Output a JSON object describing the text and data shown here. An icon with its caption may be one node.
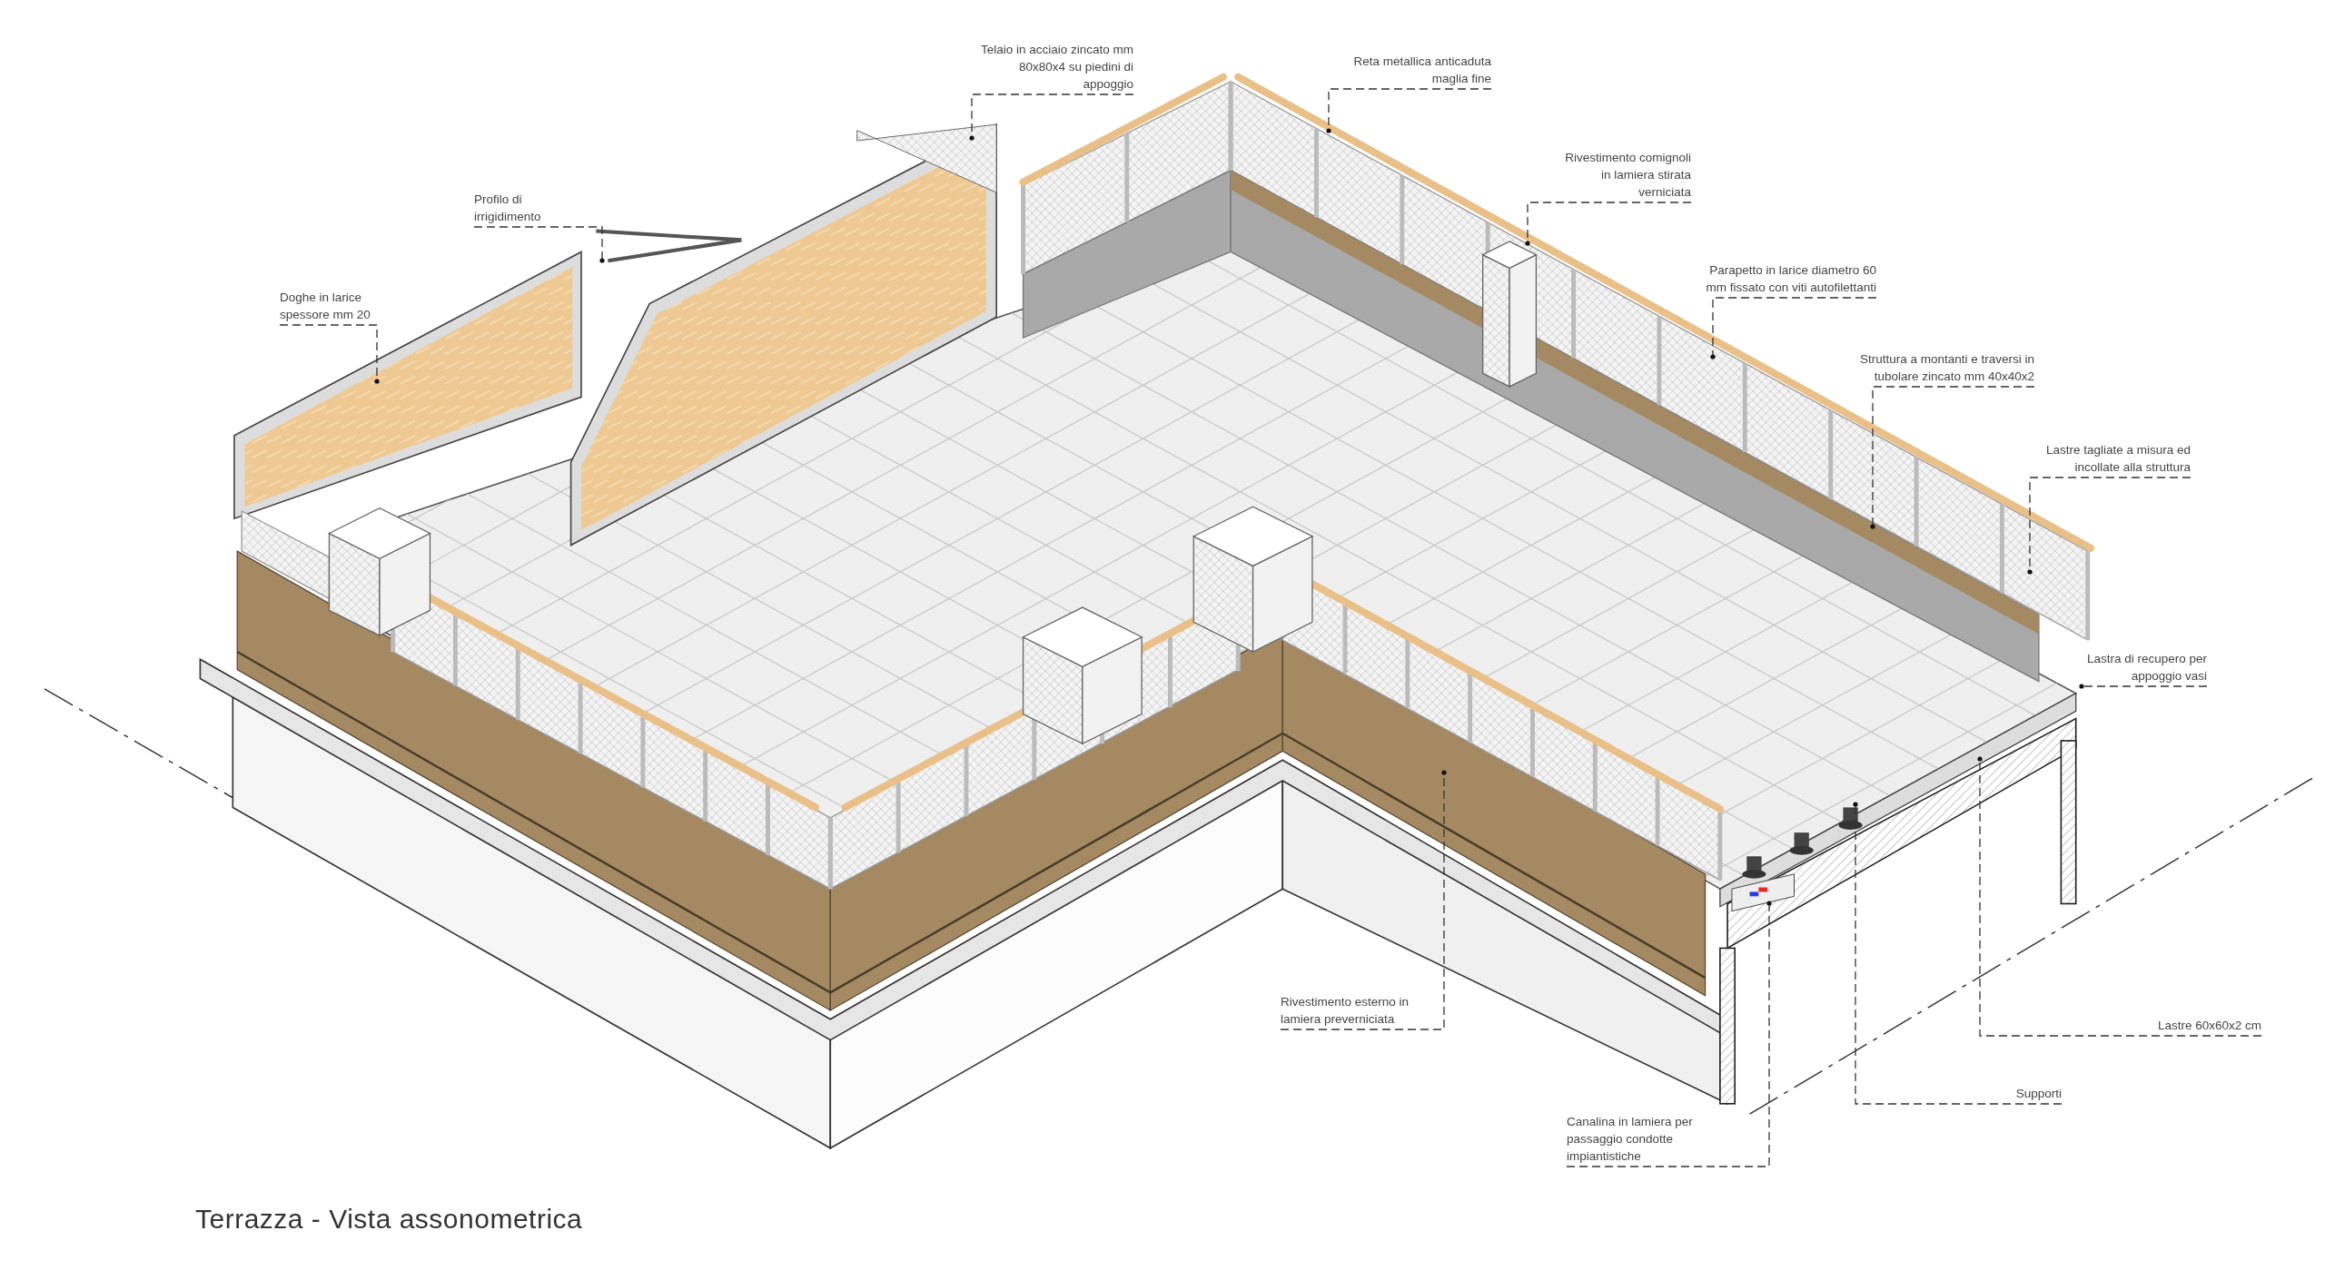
{
  "diagram": {
    "title": "Terrazza - Vista assonometrica",
    "nodes": [
      {
        "text": [
          "Telaio in acciaio zincato mm 80x80x4 su piedini di appoggio"
        ]
      },
      {
        "text": [
          "Reta metallica anticaduta maglia fine"
        ]
      },
      {
        "text": [
          "Rivestimento comignoli in lamiera stirata verniciata"
        ]
      },
      {
        "text": [
          "Profilo di irrigidimento"
        ]
      },
      {
        "text": [
          "Parapetto in larice diametro 60 mm fissato con viti autofilettanti"
        ]
      },
      {
        "text": [
          "Doghe in larice spessore mm 20"
        ]
      },
      {
        "text": [
          "Struttura a montanti e traversi in tubolare zincato mm 40x40x2"
        ]
      },
      {
        "text": [
          "Lastre tagliate a misura ed incollate alla struttura"
        ]
      },
      {
        "text": [
          "Lastra di recupero per appoggio vasi"
        ]
      },
      {
        "text": [
          "Lastre 60x60x2 cm"
        ]
      },
      {
        "text": [
          "Rivestimento esterno in lamiera preverniciata"
        ]
      },
      {
        "text": [
          "Supporti"
        ]
      },
      {
        "text": [
          "Canalina in lamiera per passaggio condotte impiantistiche"
        ]
      }
    ],
    "edges": [
      {
        "from": 0,
        "to": null,
        "arrow": "other"
      },
      {
        "from": 1,
        "to": null,
        "arrow": "other"
      },
      {
        "from": 2,
        "to": null,
        "arrow": "other"
      },
      {
        "from": 3,
        "to": null,
        "arrow": "other"
      },
      {
        "from": 4,
        "to": null,
        "arrow": "other"
      },
      {
        "from": 5,
        "to": null,
        "arrow": "other"
      },
      {
        "from": 6,
        "to": null,
        "arrow": "other"
      },
      {
        "from": 7,
        "to": null,
        "arrow": "other"
      },
      {
        "from": 8,
        "to": null,
        "arrow": "other"
      },
      {
        "from": 9,
        "to": null,
        "arrow": "other"
      },
      {
        "from": 10,
        "to": null,
        "arrow": "other"
      },
      {
        "from": 11,
        "to": null,
        "arrow": "other"
      },
      {
        "from": 12,
        "to": null,
        "arrow": "other"
      }
    ]
  }
}
